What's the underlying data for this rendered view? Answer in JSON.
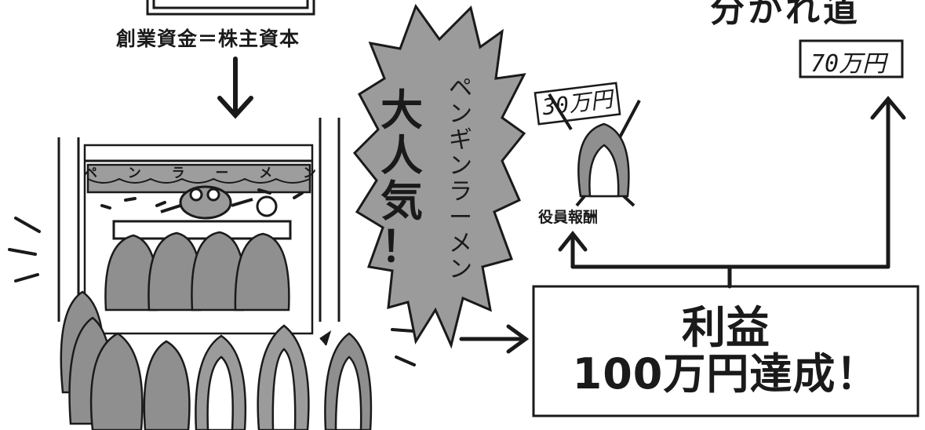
{
  "labels": {
    "top_caption": "創業資金＝株主資本",
    "title_fragment": "分かれ道",
    "executive_pay": "役員報酬",
    "executive_amount": "30万円",
    "retained_amount": "70万円"
  },
  "burst": {
    "big_chars": [
      "大",
      "人",
      "気",
      "！"
    ],
    "small_chars": [
      "ペ",
      "ン",
      "ギ",
      "ン",
      "ラ",
      "ー",
      "メ",
      "ン"
    ]
  },
  "shop_sign": {
    "chars": [
      "ペ",
      "ン",
      "ラ",
      "ー",
      "メ",
      "ン"
    ]
  },
  "result_box": {
    "line1": "利益",
    "line2": "100万円達成！"
  },
  "colors": {
    "ink": "#1a1a1a",
    "penguin_gray": "#8f8f8f",
    "burst_gray": "#9b9b9b",
    "box_gray": "#eeeeee"
  }
}
